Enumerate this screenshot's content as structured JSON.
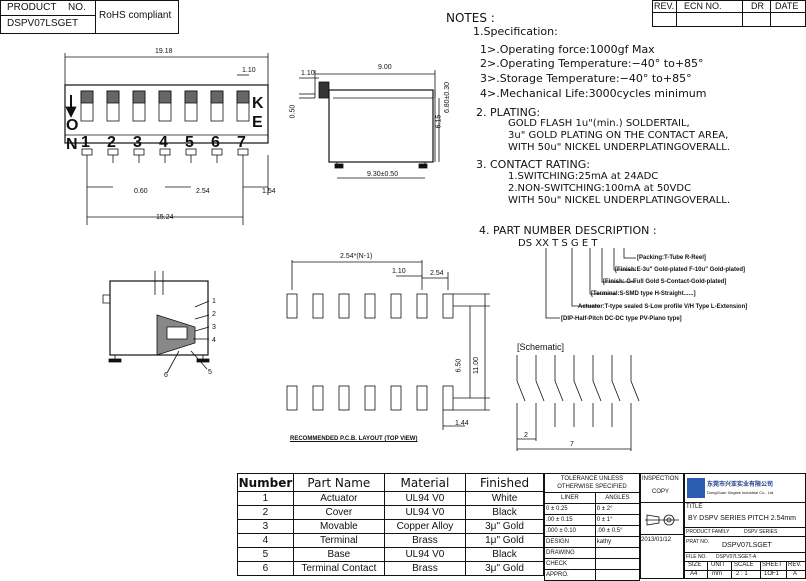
{
  "header": {
    "product_label": "PRODUCT",
    "no_label": "NO.",
    "product_no": "DSPV07LSGET",
    "rohs": "RoHS compliant"
  },
  "revision": {
    "rev": "REV.",
    "ecn": "ECN NO.",
    "dr": "DR",
    "date": "DATE"
  },
  "notes": {
    "title": "NOTES :",
    "spec_title": "1.Specification:",
    "spec": [
      "1>.Operating force:1000gf Max",
      "2>.Operating Temperature:−40° to+85°",
      "3>.Storage Temperature:−40° to+85°",
      "4>.Mechanical Life:3000cycles minimum"
    ],
    "plating_title": "2. PLATING:",
    "plating": [
      "GOLD FLASH 1u\"(min.) SOLDERTAIL,",
      "3u\" GOLD PLATING  ON THE CONTACT AREA,",
      "WITH 50u\" NICKEL UNDERPLATINGOVERALL."
    ],
    "rating_title": "3. CONTACT RATING:",
    "rating": [
      "1.SWITCHING:25mA at 24ADC",
      "2.NON-SWITCHING:100mA at 50VDC",
      "WITH 50u\" NICKEL UNDERPLATINGOVERALL."
    ],
    "pn_title": "4. PART NUMBER DESCRIPTION :",
    "pn_code": "DS XX T S G E T",
    "pn_items": [
      "[Packing:T-Tube R-Reel]",
      "[Finish:E-3u\" Gold-plated F-10u\" Gold-plated]",
      "[Finish: G-Full Gold S-Contact-Gold-plated]",
      "[Terminal:S-SMD type  H-Straight......]",
      "Actuator:T-type sealed S-Low profile V/H Type L-Extension]",
      "[DIP-Half-Pitch DC-DC type PV-Piano type]"
    ]
  },
  "drawing": {
    "front_dims": {
      "overall": "19.18",
      "pitch_top": "1.10",
      "d060": "0.60",
      "d254": "2.54",
      "d154": "1.54",
      "width": "15.24"
    },
    "front_labels": {
      "o": "O",
      "n": "N",
      "k": "K",
      "e": "E"
    },
    "positions": [
      "1",
      "2",
      "3",
      "4",
      "5",
      "6",
      "7"
    ],
    "side_dims": {
      "d110": "1.10",
      "d900": "9.00",
      "d050": "0.50",
      "d615": "6.15",
      "d680": "6.80±0.30",
      "d930": "9.30±0.50"
    },
    "pcb_dims": {
      "n": "2.54*(N-1)",
      "d110": "1.10",
      "d254": "2.54",
      "d650": "6.50",
      "d1100": "11.00",
      "d144": "1.44"
    },
    "pcb_caption": "RECOMMENDED P.C.B. LAYOUT (TOP VIEW)",
    "schematic_title": "[Schematic]",
    "sch_dims": {
      "d2": "2",
      "d7": "7"
    },
    "callouts": [
      "1",
      "2",
      "3",
      "4",
      "5",
      "6"
    ]
  },
  "bom": {
    "headers": [
      "Number",
      "Part Name",
      "Material",
      "Finished"
    ],
    "rows": [
      {
        "no": "1",
        "name": "Actuator",
        "material": "UL94 V0",
        "finish": "White"
      },
      {
        "no": "2",
        "name": "Cover",
        "material": "UL94 V0",
        "finish": "Black"
      },
      {
        "no": "3",
        "name": "Movable",
        "material": "Copper Alloy",
        "finish": "3μ\" Gold"
      },
      {
        "no": "4",
        "name": "Terminal",
        "material": "Brass",
        "finish": "1μ\" Gold"
      },
      {
        "no": "5",
        "name": "Base",
        "material": "UL94 V0",
        "finish": "Black"
      },
      {
        "no": "6",
        "name": "Terminal Contact",
        "material": "Brass",
        "finish": "3μ\" Gold"
      }
    ]
  },
  "tolerance": {
    "title1": "TOLERANCE UNLESS",
    "title2": "OTHERWISE SPECIFIED",
    "linear": "LINER",
    "angles": "ANGLES",
    "rows": [
      [
        "0 ± 0.25",
        "0 ± 2°"
      ],
      [
        ".00 ± 0.15",
        "0 ± 1°"
      ],
      [
        ".000 ± 0.10",
        ".00 ± 0.5°"
      ]
    ],
    "design": "DESIGN",
    "designer": "kathy",
    "date": "2013/01/12",
    "drawing": "DRAWING",
    "check": "CHECK",
    "appro": "APPRO.",
    "inspection": "INSPECTION",
    "copy": "COPY"
  },
  "titleblock": {
    "company_cn": "东莞市兴亚实业有限公司",
    "company_en": "DongGuan Xingtek Industrial Co., Ltd.",
    "title_label": "TITLE",
    "title": "BY DSPV SERIES PITCH 2.54mm",
    "family_label": "PRODUCT  FAMILY",
    "family": "DSPV SERIES",
    "prat_label": "PRAT NO.",
    "prat": "DSPV07LSGET",
    "file_label": "FILE  NO.",
    "file": "DSPV07LSGET-A",
    "size_label": "SIZE",
    "unit_label": "UNIT",
    "scale_label": "SCALE",
    "sheet_label": "SHEET",
    "rev_label": "REV.",
    "size": "A4",
    "unit": "mm",
    "scale": "2 : 1",
    "sheet": "1OF1",
    "rev": "A"
  }
}
